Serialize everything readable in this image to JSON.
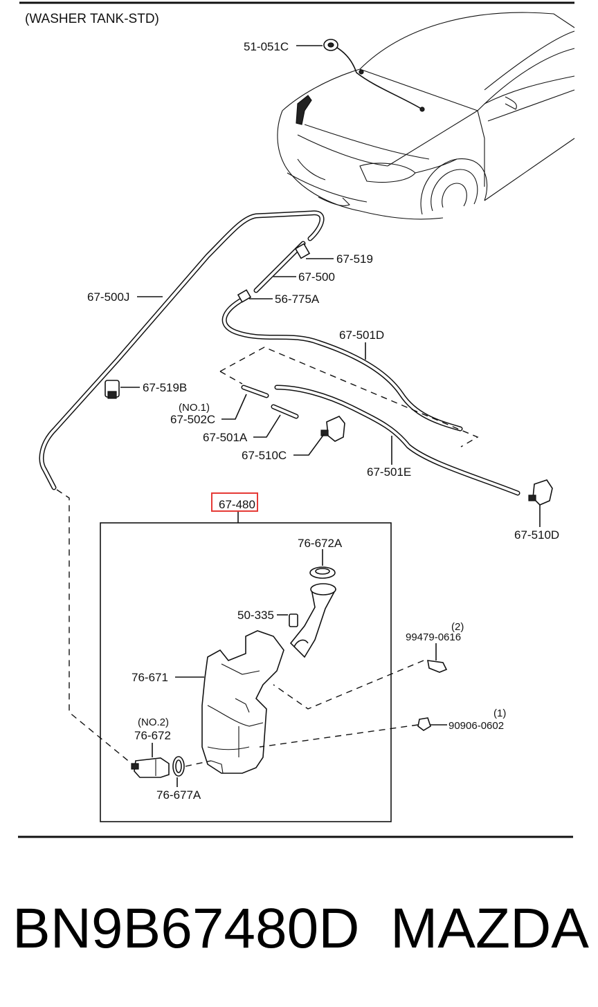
{
  "diagram": {
    "title": "(WASHER TANK-STD)",
    "highlight_color": "#e53935",
    "highlighted_part": "67-480",
    "labels": {
      "p51_051c": "51-051C",
      "p67_519": "67-519",
      "p67_500": "67-500",
      "p67_500j": "67-500J",
      "p56_775a": "56-775A",
      "p67_501d": "67-501D",
      "p67_519b": "67-519B",
      "no1": "(NO.1)",
      "p67_502c": "67-502C",
      "p67_501a": "67-501A",
      "p67_510c": "67-510C",
      "p67_501e": "67-501E",
      "p67_510d": "67-510D",
      "p67_480": "67-480",
      "p76_672a": "76-672A",
      "p50_335": "50-335",
      "qty2": "(2)",
      "p99479_0616": "99479-0616",
      "p76_671": "76-671",
      "qty1": "(1)",
      "p90906_0602": "90906-0602",
      "no2": "(NO.2)",
      "p76_672": "76-672",
      "p76_677a": "76-677A"
    }
  },
  "footer": {
    "part_number": "BN9B67480D",
    "brand": "MAZDA"
  }
}
